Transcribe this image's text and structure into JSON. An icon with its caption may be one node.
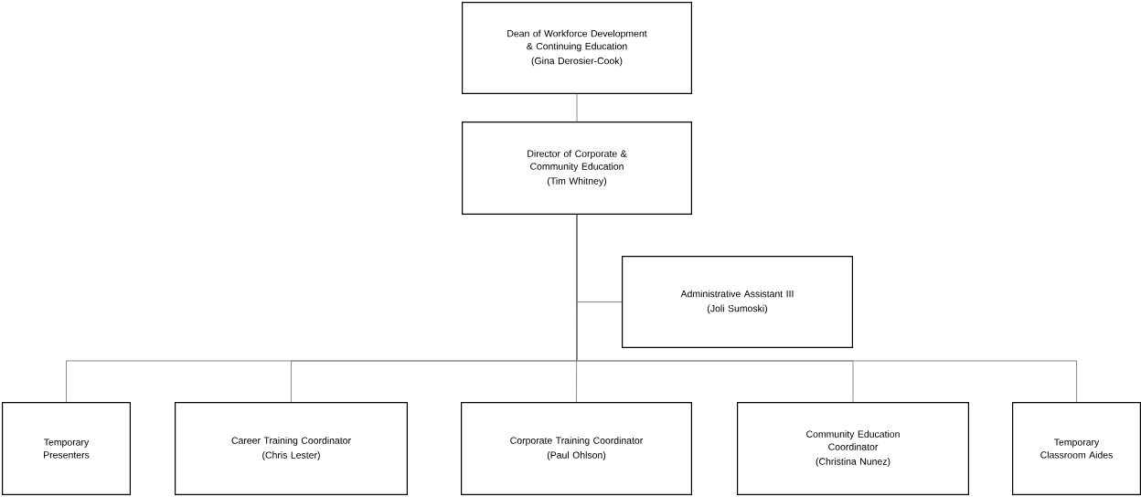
{
  "diagram": {
    "nodes": [
      {
        "text": [
          "Dean of Workforce Development & Continuing Education",
          "(Gina Derosier-Cook)"
        ]
      },
      {
        "text": [
          "Director of Corporate & Community Education",
          "(Tim Whitney)"
        ]
      },
      {
        "text": [
          "Administrative Assistant III",
          "(Joli Sumoski)"
        ]
      },
      {
        "text": [
          "Temporary Presenters"
        ]
      },
      {
        "text": [
          "Career Training Coordinator",
          "(Chris Lester)"
        ]
      },
      {
        "text": [
          "Corporate Training Coordinator",
          "(Paul Ohlson)"
        ]
      },
      {
        "text": [
          "Community Education Coordinator",
          "(Christina Nunez)"
        ]
      },
      {
        "text": [
          "Temporary Classroom Aides"
        ]
      }
    ],
    "edges": [
      {
        "from": 0,
        "to": 1,
        "arrow": "none"
      },
      {
        "from": 1,
        "to": 2,
        "arrow": "none"
      },
      {
        "from": 1,
        "to": 3,
        "arrow": "none"
      },
      {
        "from": 1,
        "to": 4,
        "arrow": "none"
      },
      {
        "from": 1,
        "to": 5,
        "arrow": "none"
      },
      {
        "from": 1,
        "to": 6,
        "arrow": "none"
      },
      {
        "from": 1,
        "to": 7,
        "arrow": "none"
      }
    ]
  }
}
